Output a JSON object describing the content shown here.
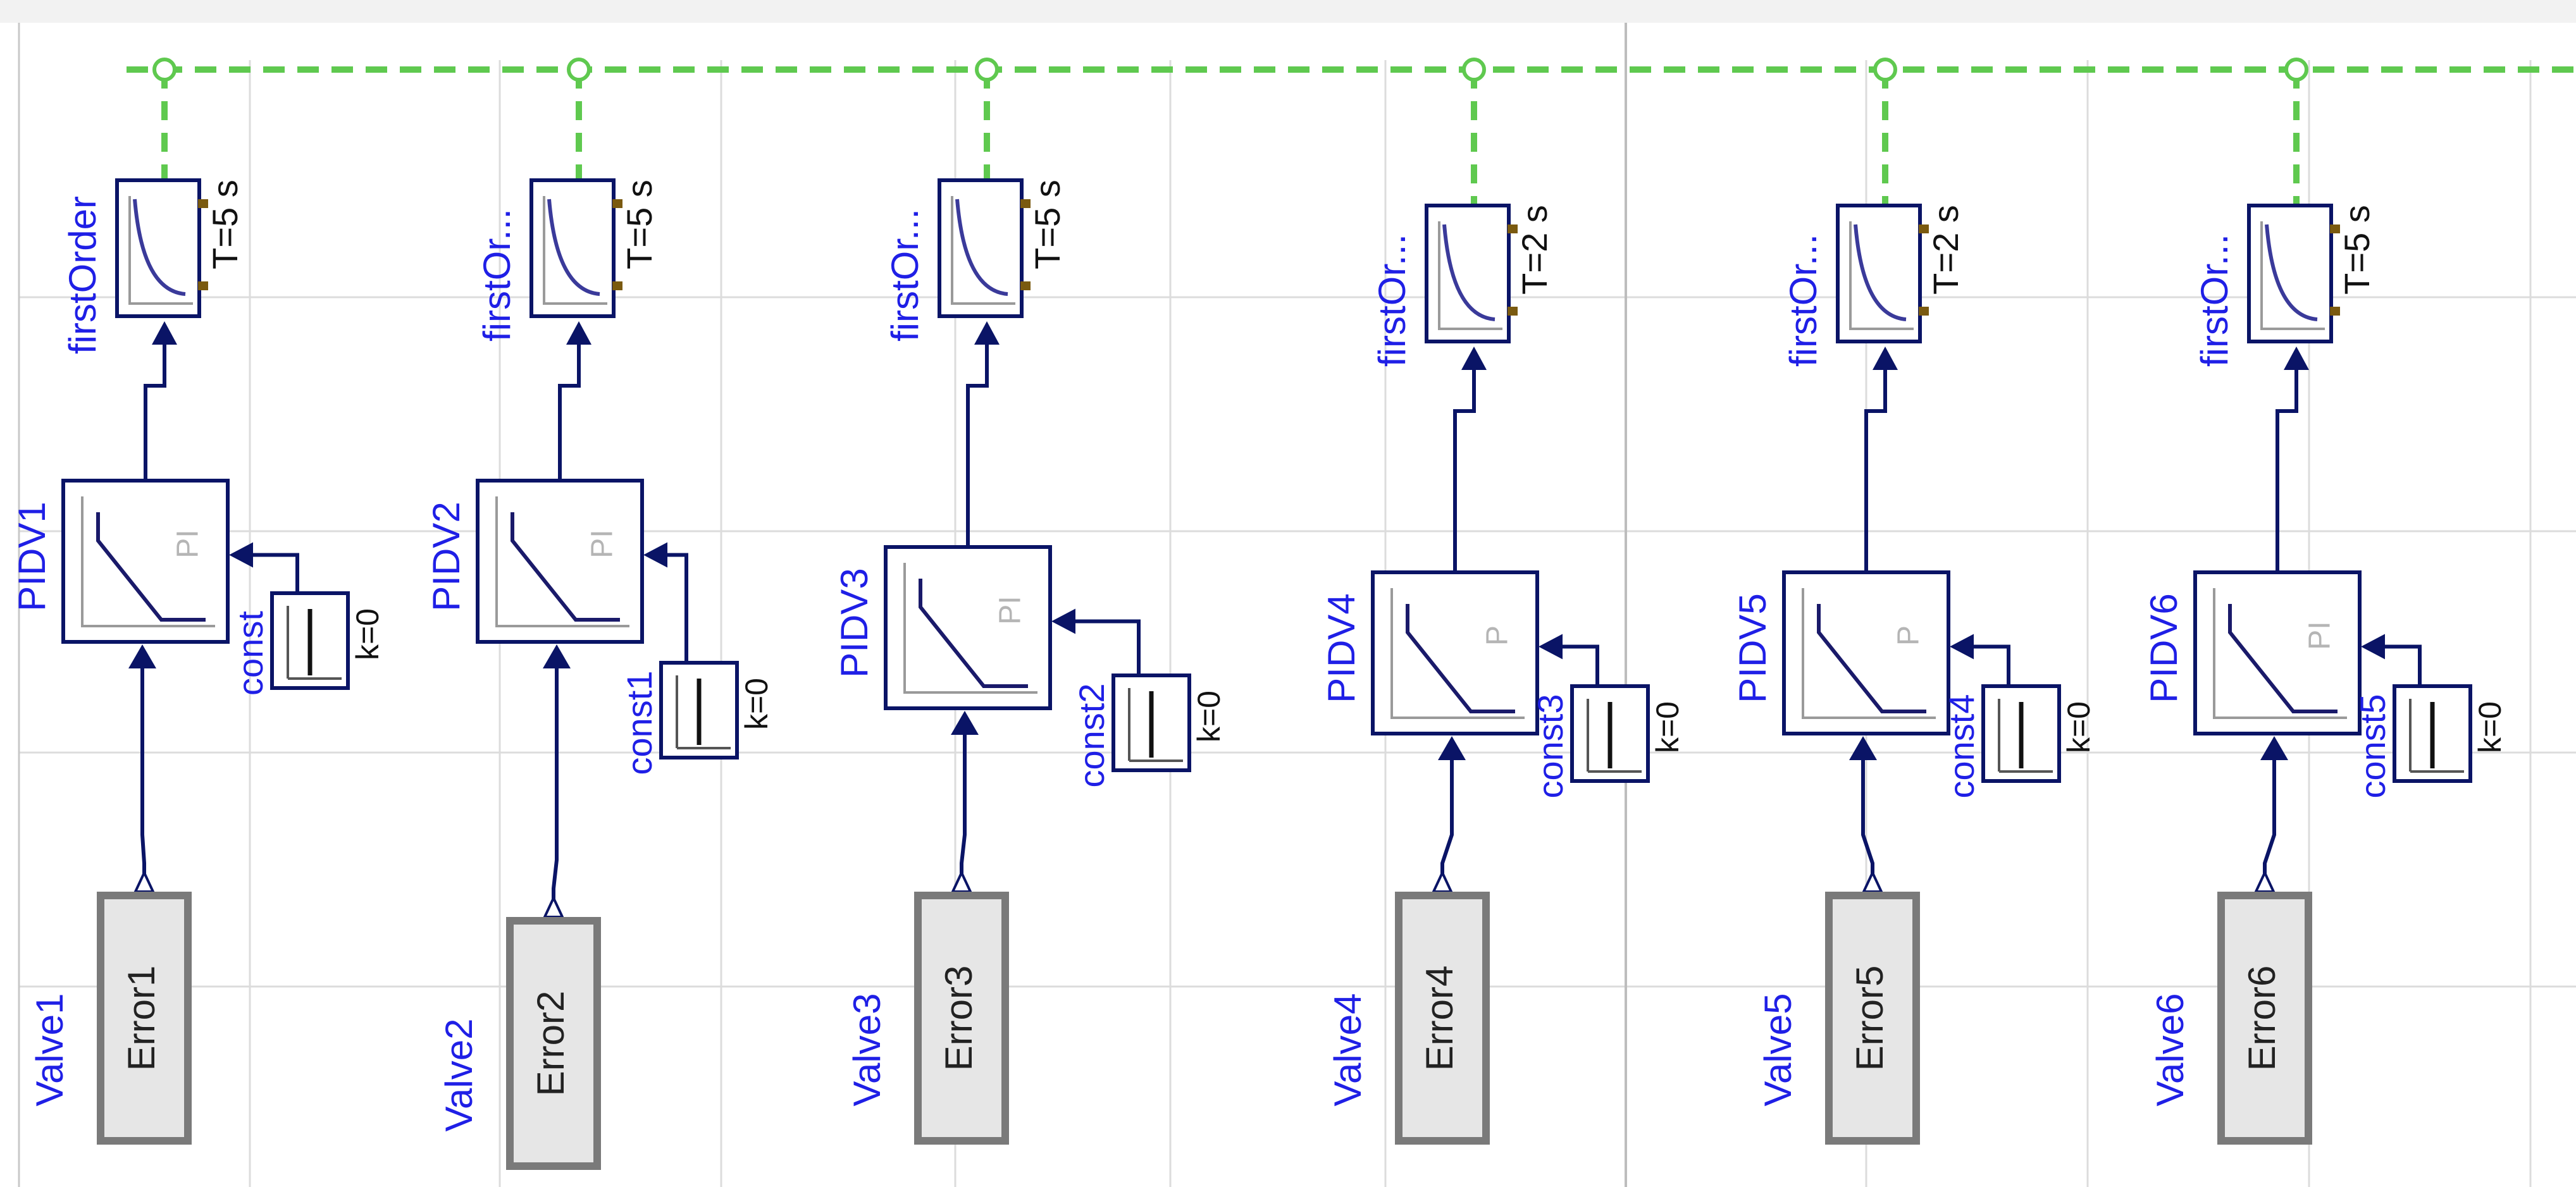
{
  "bus_color": "#5fc94f",
  "wire_color": "#0a1466",
  "label_color": "#1f1fe6",
  "channels": [
    {
      "first_order": {
        "label": "firstOrder",
        "param": "T=5 s"
      },
      "pid": {
        "label": "PIDV1",
        "mode": "PI"
      },
      "const": {
        "label": "const",
        "param": "k=0"
      },
      "valve_label": "Valve1",
      "error_button": "Error1"
    },
    {
      "first_order": {
        "label": "firstOr...",
        "param": "T=5 s"
      },
      "pid": {
        "label": "PIDV2",
        "mode": "PI"
      },
      "const": {
        "label": "const1",
        "param": "k=0"
      },
      "valve_label": "Valve2",
      "error_button": "Error2"
    },
    {
      "first_order": {
        "label": "firstOr...",
        "param": "T=5 s"
      },
      "pid": {
        "label": "PIDV3",
        "mode": "PI"
      },
      "const": {
        "label": "const2",
        "param": "k=0"
      },
      "valve_label": "Valve3",
      "error_button": "Error3"
    },
    {
      "first_order": {
        "label": "firstOr...",
        "param": "T=2 s"
      },
      "pid": {
        "label": "PIDV4",
        "mode": "P"
      },
      "const": {
        "label": "const3",
        "param": "k=0"
      },
      "valve_label": "Valve4",
      "error_button": "Error4"
    },
    {
      "first_order": {
        "label": "firstOr...",
        "param": "T=2 s"
      },
      "pid": {
        "label": "PIDV5",
        "mode": "P"
      },
      "const": {
        "label": "const4",
        "param": "k=0"
      },
      "valve_label": "Valve5",
      "error_button": "Error5"
    },
    {
      "first_order": {
        "label": "firstOr...",
        "param": "T=5 s"
      },
      "pid": {
        "label": "PIDV6",
        "mode": "PI"
      },
      "const": {
        "label": "const5",
        "param": "k=0"
      },
      "valve_label": "Valve6",
      "error_button": "Error6"
    }
  ]
}
